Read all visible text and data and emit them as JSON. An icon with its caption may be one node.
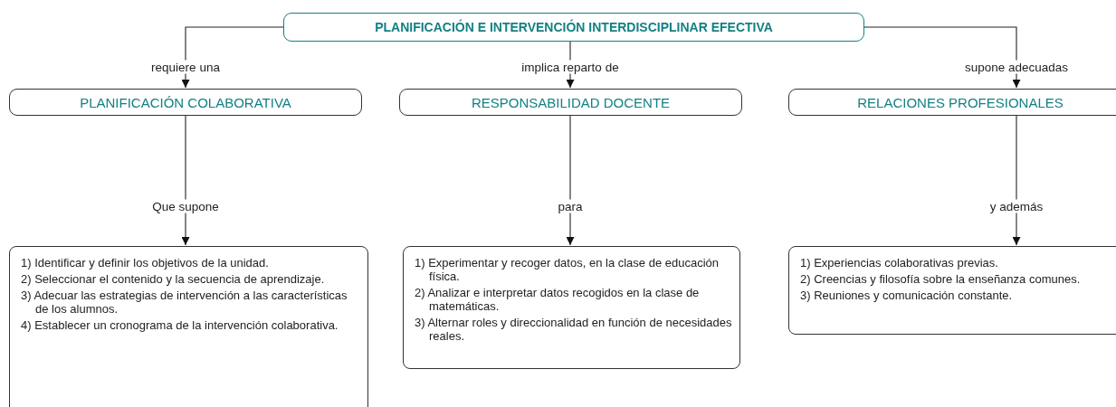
{
  "diagram": {
    "nodes": [
      {
        "text": [
          "PLANIFICACIÓN E INTERVENCIÓN INTERDISCIPLINAR EFECTIVA"
        ]
      },
      {
        "text": [
          "PLANIFICACIÓN COLABORATIVA"
        ]
      },
      {
        "text": [
          "RESPONSABILIDAD DOCENTE"
        ]
      },
      {
        "text": [
          "RELACIONES PROFESIONALES"
        ]
      },
      {
        "text": [
          "1) Identificar y definir los objetivos de la unidad.",
          "2) Seleccionar el contenido y la secuencia de aprendizaje.",
          "3) Adecuar las estrategias de intervención a las características de los alumnos.",
          "4) Establecer un cronograma de la intervención colaborativa."
        ]
      },
      {
        "text": [
          "1) Experimentar y recoger datos, en la clase de educación física.",
          "2) Analizar e interpretar datos recogidos en la clase de matemáticas.",
          "3) Alternar roles y direccionalidad en función de necesidades reales."
        ]
      },
      {
        "text": [
          "1) Experiencias colaborativas previas.",
          "2) Creencias y filosofía sobre la enseñanza comunes.",
          "3) Reuniones y comunicación constante."
        ]
      }
    ],
    "edges": [
      {
        "from": 0,
        "to": 1,
        "arrow": "to",
        "label": "requiere una"
      },
      {
        "from": 0,
        "to": 2,
        "arrow": "to",
        "label": "implica reparto de"
      },
      {
        "from": 0,
        "to": 3,
        "arrow": "to",
        "label": "supone adecuadas"
      },
      {
        "from": 1,
        "to": 4,
        "arrow": "to",
        "label": "Que supone"
      },
      {
        "from": 2,
        "to": 5,
        "arrow": "to",
        "label": "para"
      },
      {
        "from": 3,
        "to": 6,
        "arrow": "to",
        "label": "y además"
      }
    ]
  }
}
